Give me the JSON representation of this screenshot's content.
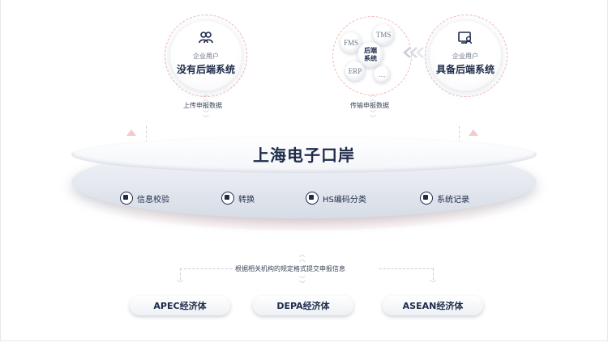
{
  "left_user": {
    "subtitle": "企业用户",
    "title": "没有后端系统",
    "flow_label": "上传申报数据",
    "icon": "users-icon"
  },
  "right_user": {
    "subtitle": "企业用户",
    "title": "具备后端系统",
    "flow_label": "传输申报数据",
    "icon": "monitor-user-icon"
  },
  "systems": {
    "center": "后端\n系统",
    "fms": "FMS",
    "tms": "TMS",
    "erp": "ERP",
    "more": "…"
  },
  "platform": {
    "title": "上海电子口岸",
    "features": [
      {
        "label": "信息校验",
        "icon": "verify-icon"
      },
      {
        "label": "转换",
        "icon": "convert-icon"
      },
      {
        "label": "HS编码分类",
        "icon": "hs-code-icon"
      },
      {
        "label": "系统记录",
        "icon": "record-icon"
      }
    ]
  },
  "distribution_label": "根据相关机构的规定格式提交申报信息",
  "economies": [
    {
      "label": "APEC经济体"
    },
    {
      "label": "DEPA经济体"
    },
    {
      "label": "ASEAN经济体"
    }
  ],
  "colors": {
    "navy": "#1e2b4a",
    "accent_pink": "#f0b5b5",
    "platform_grey": "#e4e8ef"
  }
}
